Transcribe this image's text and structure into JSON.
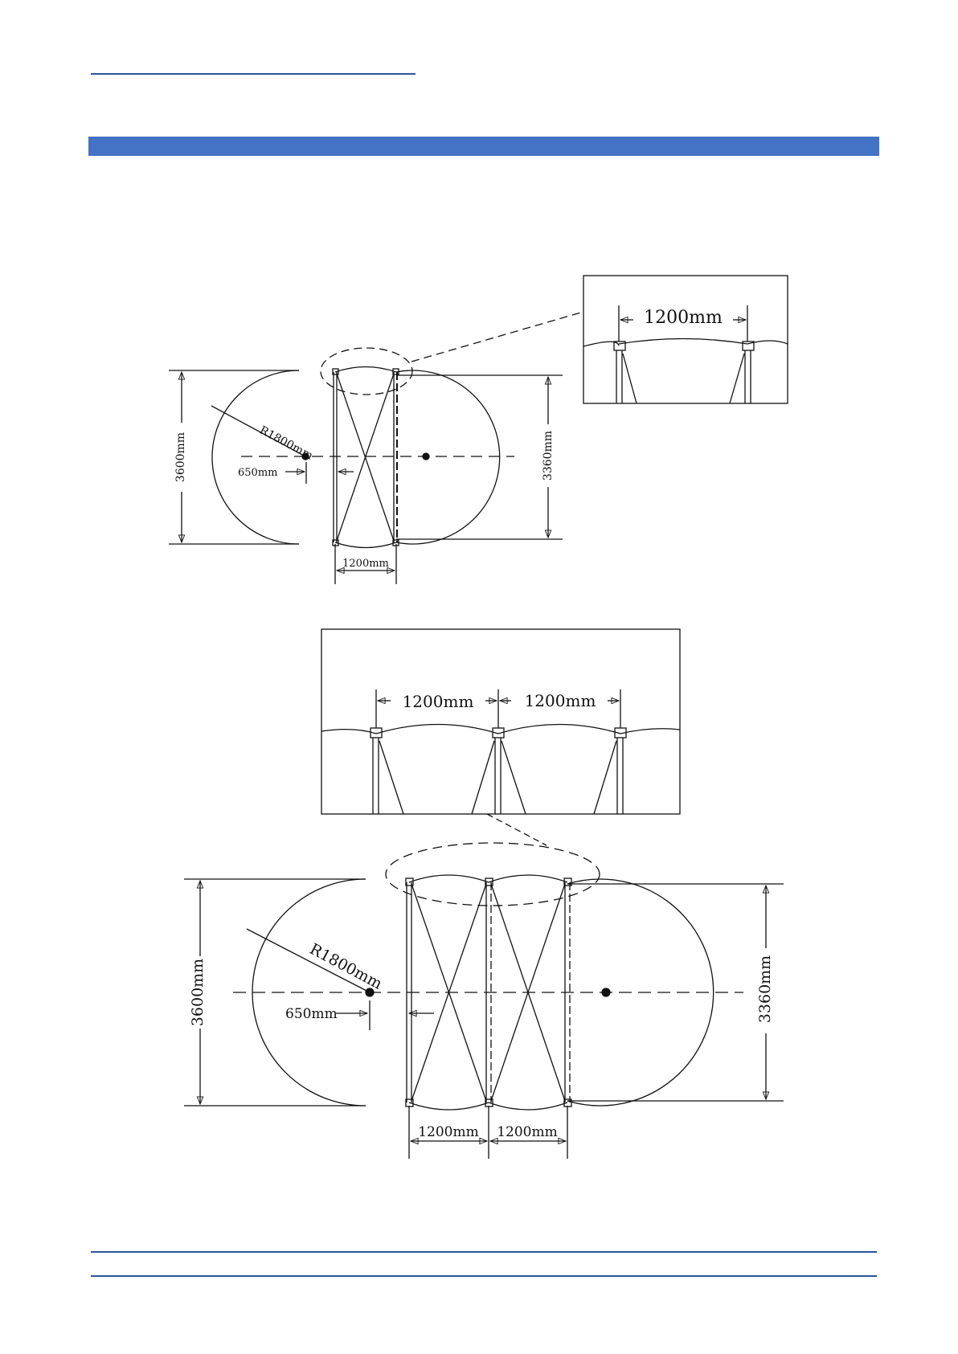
{
  "page": {
    "accent_color": "#4472C4",
    "rule_color": "#2F5597"
  },
  "diagram_top": {
    "detail_label": "1200mm",
    "radius_label": "R1800mm",
    "offset_label": "650mm",
    "height_left_label": "3600mm",
    "height_right_label": "3360mm",
    "span_label": "1200mm"
  },
  "diagram_bottom": {
    "detail_label_1": "1200mm",
    "detail_label_2": "1200mm",
    "radius_label": "R1800mm",
    "offset_label": "650mm",
    "height_left_label": "3600mm",
    "height_right_label": "3360mm",
    "span_label_1": "1200mm",
    "span_label_2": "1200mm"
  }
}
